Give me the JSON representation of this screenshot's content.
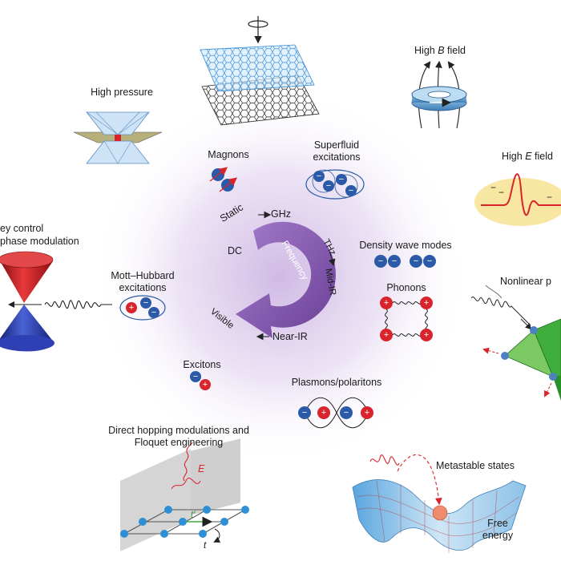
{
  "labels": {
    "high_pressure": "High pressure",
    "high_b_field_pre": "High ",
    "high_b_field_var": "B",
    "high_b_field_post": " field",
    "high_e_field_pre": "High ",
    "high_e_field_var": "E",
    "high_e_field_post": " field",
    "key_control_line1": "ey control",
    "key_control_line2": "phase modulation",
    "nonlinear": "Nonlinear p",
    "magnons": "Magnons",
    "superfluid_line1": "Superfluid",
    "superfluid_line2": "excitations",
    "density_wave": "Density wave modes",
    "phonons": "Phonons",
    "mott_line1": "Mott–Hubbard",
    "mott_line2": "excitations",
    "excitons": "Excitons",
    "plasmons": "Plasmons/polaritons",
    "floquet_line1": "Direct hopping modulations and",
    "floquet_line2": "Floquet engineering",
    "floquet_e": "E",
    "floquet_t": "t",
    "floquet_tprime": "t′",
    "metastable": "Metastable states",
    "free_energy_line1": "Free",
    "free_energy_line2": "energy"
  },
  "frequency_wheel": {
    "static": "Static",
    "ghz": "GHz",
    "dc": "DC",
    "frequency": "Frequency",
    "thz": "THz",
    "mid_ir": "Mid-IR",
    "near_ir": "Near-IR",
    "visible": "Visible"
  },
  "charges": {
    "plus": "+",
    "minus": "−"
  },
  "colors": {
    "purple_arc": "#8c5fb5",
    "glow": "#d9c8ea",
    "electron_blue": "#2a5aa8",
    "hole_red": "#d8242a",
    "cone_red": "#c81b1e",
    "cone_blue": "#2431a0",
    "lattice_blue": "#4d97d6",
    "nonlinear_green": "#3fae3c",
    "field_yellow": "#f8e7a2"
  }
}
